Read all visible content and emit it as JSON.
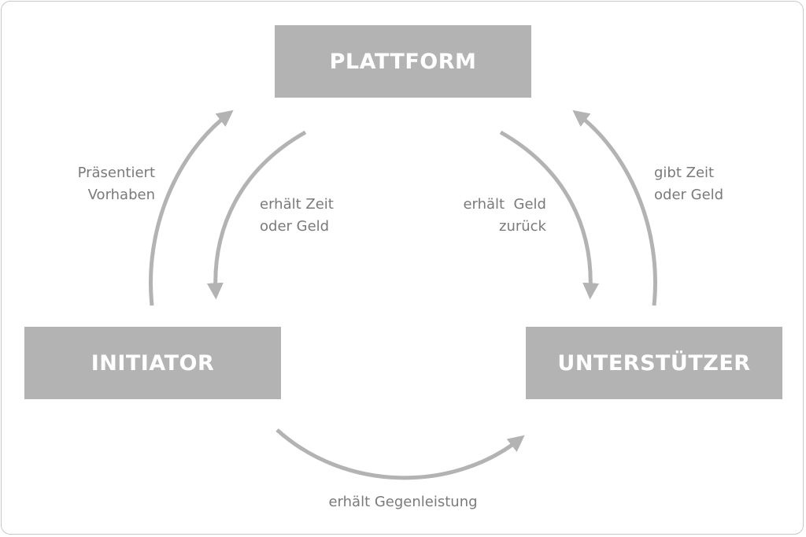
{
  "nodes": {
    "platform": "PLATTFORM",
    "initiator": "INITIATOR",
    "supporter": "UNTERSTÜTZER"
  },
  "edges": {
    "initiator_to_platform": [
      "Präsentiert",
      "Vorhaben"
    ],
    "platform_to_initiator": [
      "erhält Zeit",
      "oder Geld"
    ],
    "platform_to_supporter": [
      "erhält  Geld",
      "zurück"
    ],
    "supporter_to_platform": [
      "gibt Zeit",
      "oder Geld"
    ],
    "initiator_to_supporter": "erhält Gegenleistung"
  },
  "colors": {
    "box": "#b3b3b3",
    "arrow": "#b3b3b3",
    "label_text": "#7a7a7a",
    "box_text": "#ffffff",
    "frame": "#c8c8c8"
  }
}
